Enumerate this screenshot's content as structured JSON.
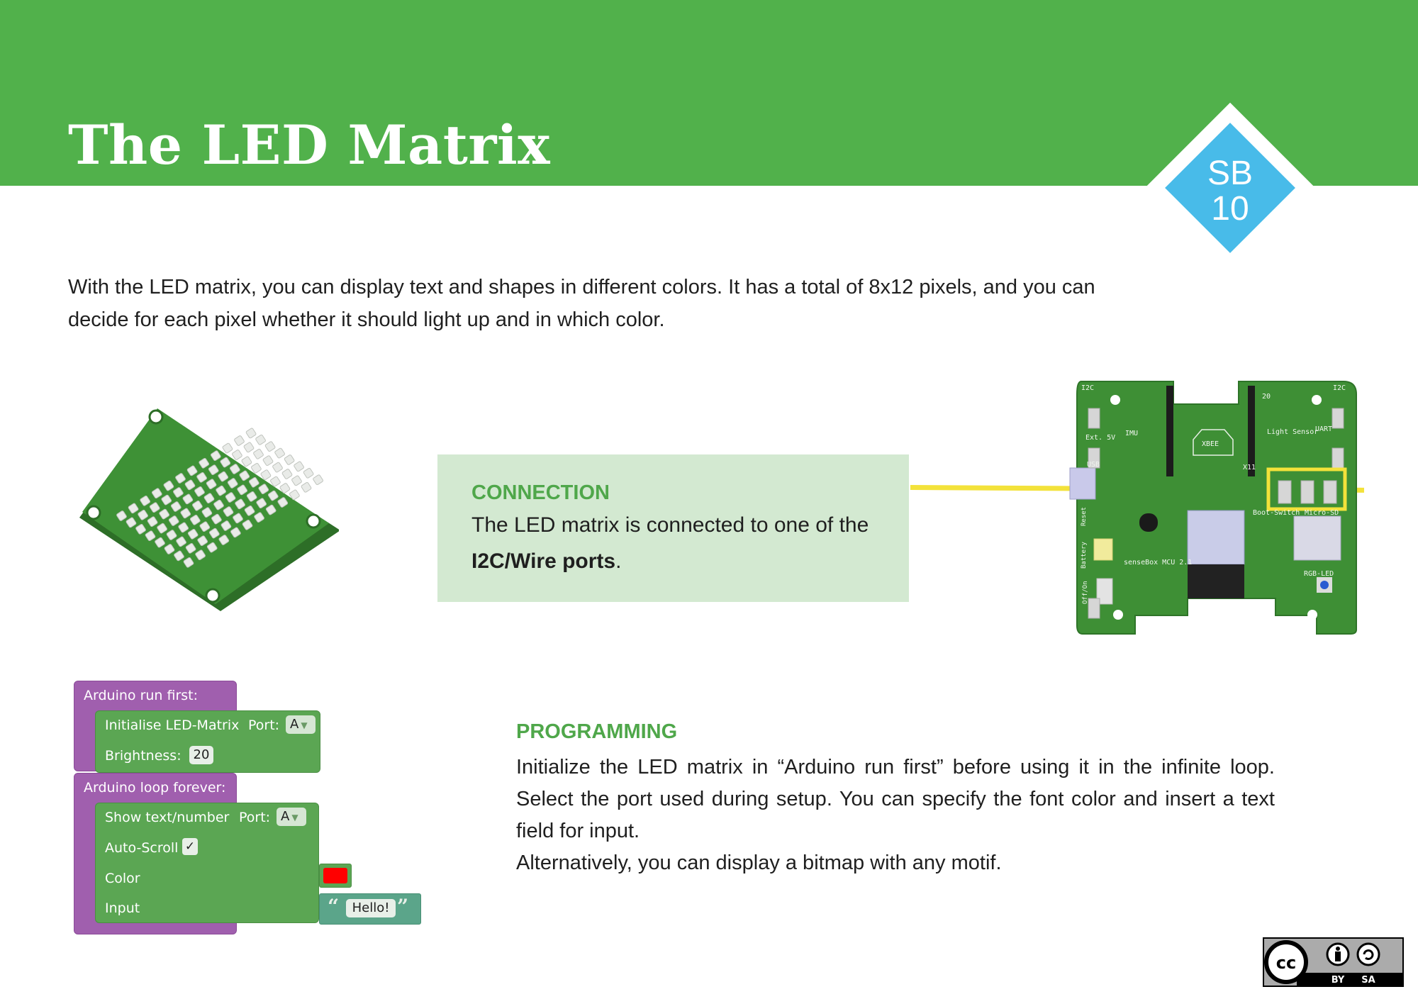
{
  "header": {
    "title": "The LED Matrix",
    "badge_line1": "SB",
    "badge_line2": "10"
  },
  "intro": {
    "text": "With the LED matrix, you can display text and shapes in different colors. It has a total of 8x12 pixels, and you can decide for each pixel whether it should light up and in which color."
  },
  "connection": {
    "heading": "CONNECTION",
    "text_before": "The LED matrix is connected to one of the ",
    "text_bold": "I2C/Wire ports",
    "text_after": "."
  },
  "programming": {
    "heading": "PROGRAMMING",
    "paragraph1": "Initialize the LED matrix in “Arduino run first” before using it in the infinite loop. Select the port used during setup. You can specify the font color and insert a text field for input.",
    "paragraph2": "Alternatively, you can display a bitmap with any motif."
  },
  "blocks": {
    "run_first_label": "Arduino run first:",
    "init_label": "Initialise LED-Matrix",
    "init_port_label": "Port:",
    "init_port_value": "A",
    "brightness_label": "Brightness:",
    "brightness_value": "20",
    "loop_label": "Arduino loop forever:",
    "show_label": "Show text/number",
    "show_port_label": "Port:",
    "show_port_value": "A",
    "autoscroll_label": "Auto-Scroll",
    "autoscroll_check": "✓",
    "color_label": "Color",
    "input_label": "Input",
    "text_value": "Hello!",
    "open_quote": "“",
    "close_quote": "”"
  },
  "board_labels": {
    "i2c_left": "I2C",
    "i2c_right": "I2C",
    "uart": "UART",
    "xbee": "XBEE",
    "light_sensor": "Light Sensor",
    "micro_sd": "Micro-SD",
    "rgb_led": "RGB-LED",
    "mcu": "senseBox MCU 2.1",
    "usb": "USB",
    "imu": "IMU",
    "reset": "Reset",
    "boot_switch": "Boot-Switch",
    "ext_5v": "Ext. 5V",
    "battery": "Battery",
    "off_on": "Off/On",
    "x11": "X11",
    "num_20": "20"
  },
  "license": {
    "cc": "cc",
    "by": "BY",
    "sa": "SA"
  },
  "colors": {
    "header_green": "#51b14b",
    "badge_blue": "#48bbe9",
    "connection_bg": "#d3e9d1",
    "heading_green": "#4fa74a",
    "highlight_yellow": "#f3e23a",
    "pcb_green": "#3e8f35"
  }
}
